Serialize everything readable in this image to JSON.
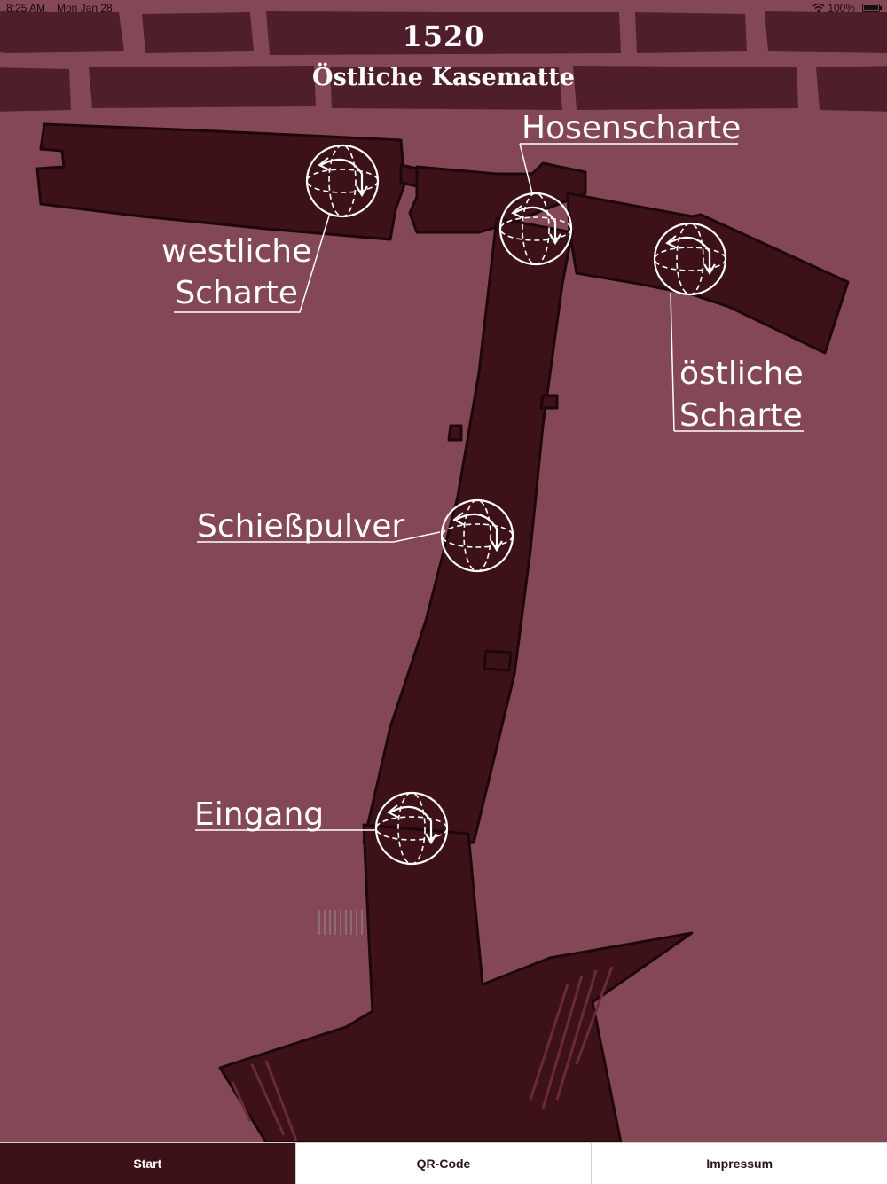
{
  "status_bar": {
    "time": "8:25 AM",
    "date": "Mon Jan 28",
    "battery": "100%"
  },
  "header": {
    "year": "1520",
    "subtitle": "Östliche Kasematte"
  },
  "map": {
    "points": {
      "hosenscharte": "Hosenscharte",
      "westliche_scharte": [
        "westliche",
        "Scharte"
      ],
      "oestliche_scharte": [
        "östliche",
        "Scharte"
      ],
      "schiesspulver": "Schießpulver",
      "eingang": "Eingang"
    },
    "icons": [
      "360-view-icon"
    ]
  },
  "tab_bar": {
    "tabs": [
      {
        "label": "Start",
        "active": true
      },
      {
        "label": "QR-Code",
        "active": false
      },
      {
        "label": "Impressum",
        "active": false
      }
    ]
  },
  "colors": {
    "background": "#834755",
    "bricks": "#4e1e2a",
    "corridor": "#3c1218",
    "text": "#ffffff",
    "active_tab": "#3c1218"
  }
}
